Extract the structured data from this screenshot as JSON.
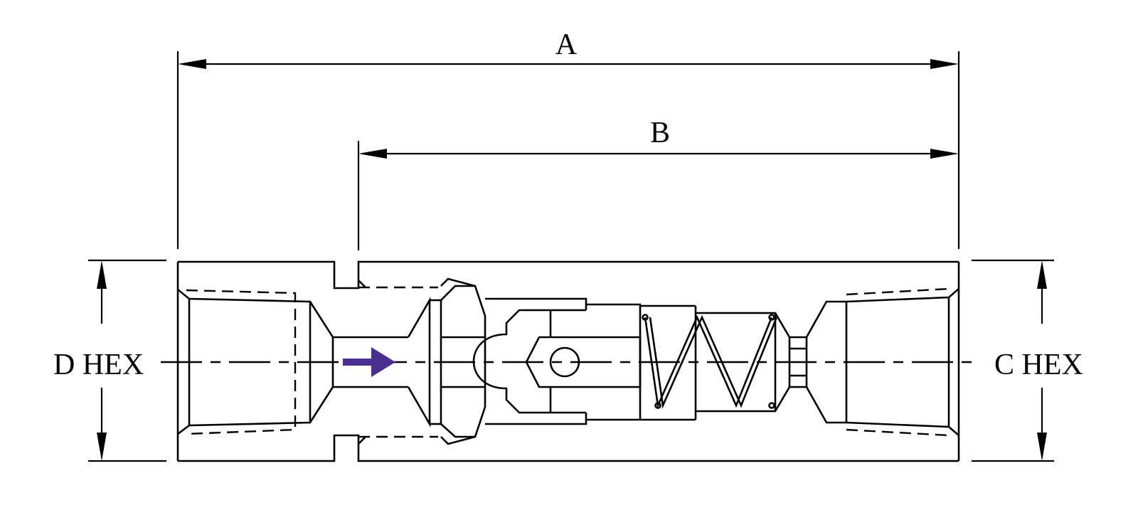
{
  "dimensions": {
    "a": "A",
    "b": "B",
    "d_hex": "D HEX",
    "c_hex": "C HEX"
  },
  "colors": {
    "line": "#000000",
    "flow_arrow": "#4b2f8f"
  }
}
